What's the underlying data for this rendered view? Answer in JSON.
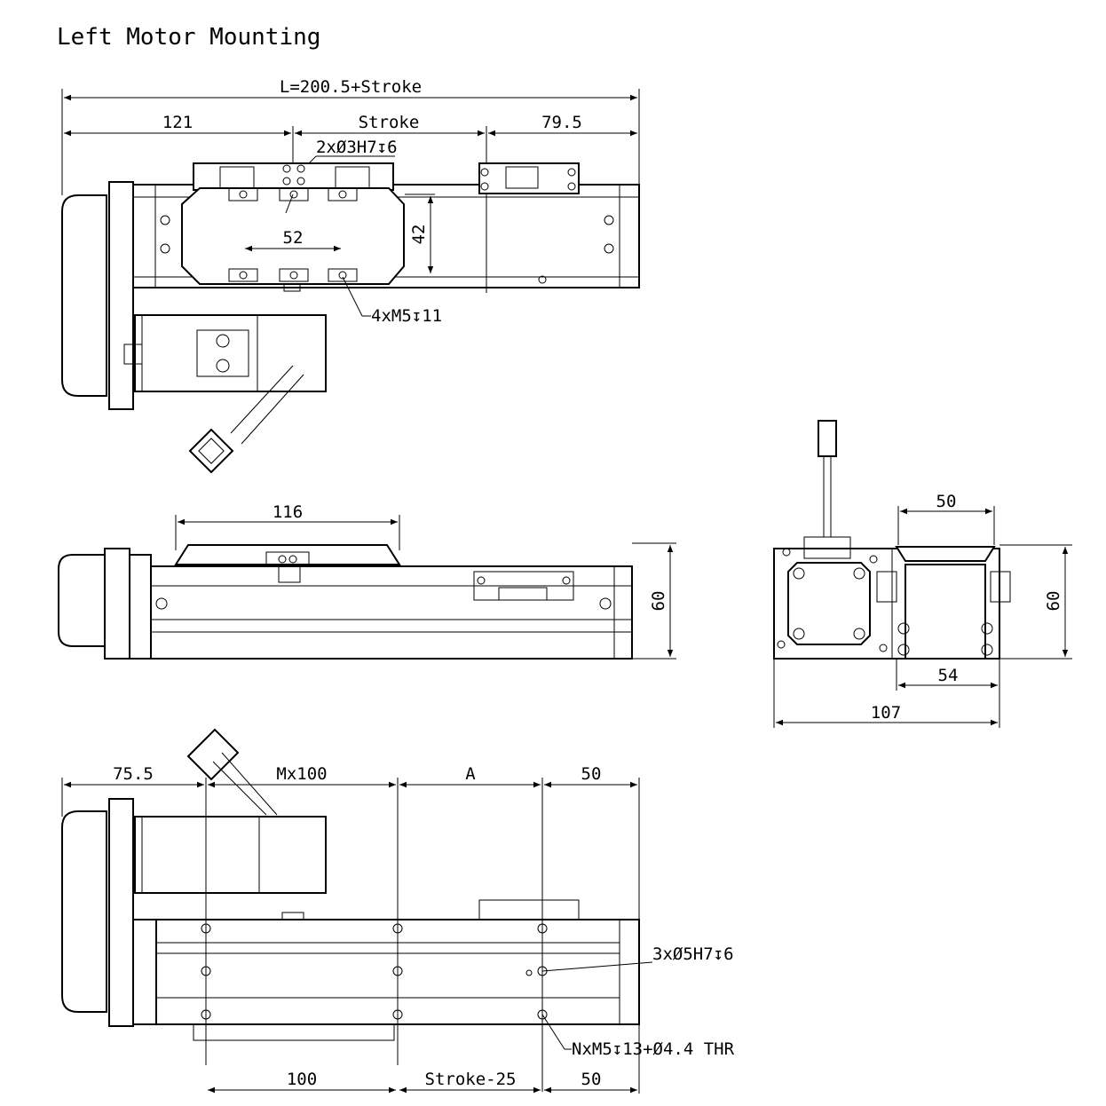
{
  "title": "Left Motor Mounting",
  "dims": {
    "total_length": "L=200.5+Stroke",
    "left_121": "121",
    "stroke": "Stroke",
    "right_79_5": "79.5",
    "pin_holes": "2xØ3H7↧6",
    "hole_span_52": "52",
    "height_42": "42",
    "tapped_holes": "4xM5↧11",
    "top_116": "116",
    "side_60": "60",
    "end_50": "50",
    "end_60": "60",
    "end_54": "54",
    "end_107": "107",
    "bot_75_5": "75.5",
    "bot_mx100": "Mx100",
    "bot_a": "A",
    "bot_50_top": "50",
    "pin_holes_bottom": "3xØ5H7↧6",
    "thru_holes": "NxM5↧13+Ø4.4 THR",
    "bot_100": "100",
    "bot_stroke_25": "Stroke-25",
    "bot_50_bottom": "50"
  },
  "colors": {
    "line": "#000000",
    "background": "#ffffff"
  }
}
